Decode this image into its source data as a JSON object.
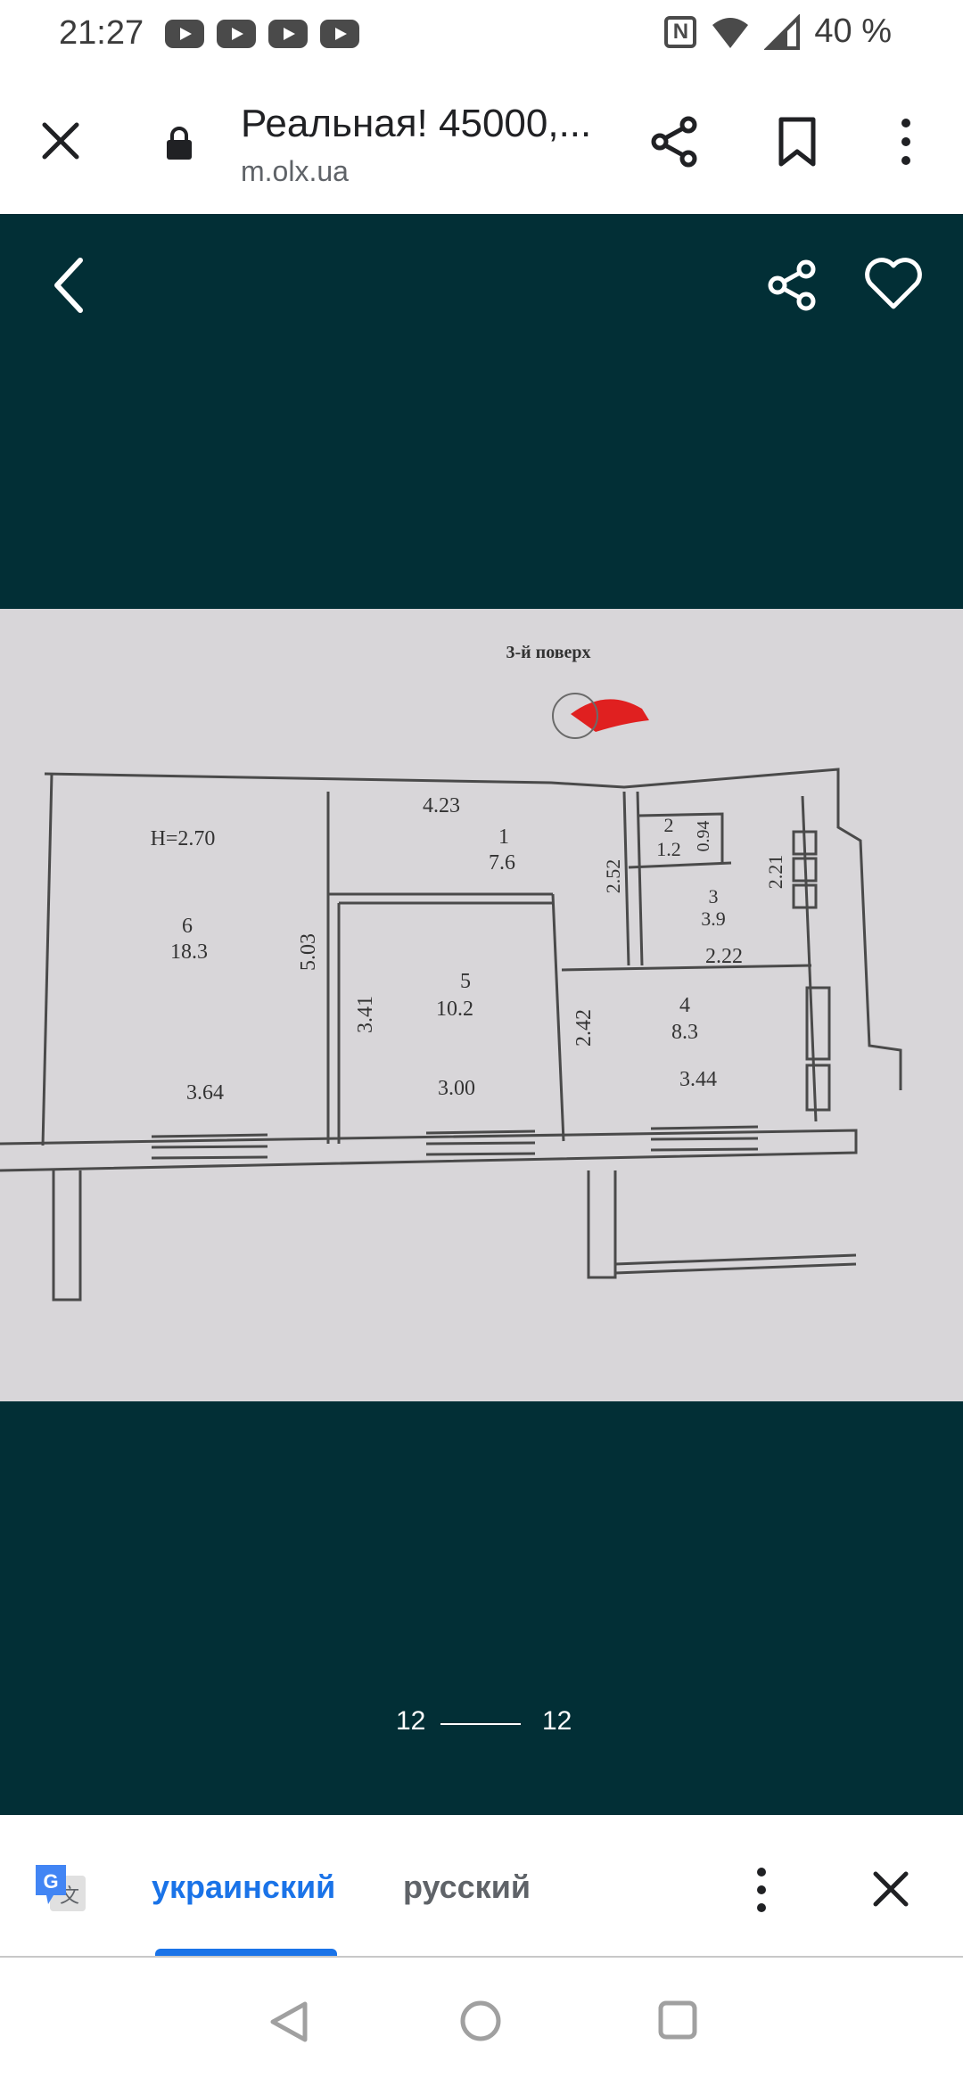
{
  "status_bar": {
    "time": "21:27",
    "battery": "40 %",
    "notification_icons": [
      "youtube-icon",
      "youtube-icon",
      "youtube-icon",
      "youtube-icon"
    ]
  },
  "toolbar": {
    "title": "Реальная! 45000,...",
    "url": "m.olx.ua"
  },
  "viewer": {
    "background": "#022f36",
    "floorplan": {
      "heading": "3-й поверх",
      "height_label": "H=2.70",
      "rooms": [
        {
          "number": "1",
          "area": "7.6"
        },
        {
          "number": "2",
          "area": "1.2"
        },
        {
          "number": "3",
          "area": "3.9"
        },
        {
          "number": "4",
          "area": "8.3"
        },
        {
          "number": "5",
          "area": "10.2"
        },
        {
          "number": "6",
          "area": "18.3"
        }
      ],
      "dimensions": [
        "4.23",
        "2.52",
        "0.94",
        "2.21",
        "2.22",
        "5.03",
        "3.41",
        "2.42",
        "3.64",
        "3.00",
        "3.44"
      ]
    },
    "pager": {
      "current": "12",
      "total": "12"
    }
  },
  "translate": {
    "source_lang": "украинский",
    "target_lang": "русский",
    "accent": "#1a73e8"
  }
}
